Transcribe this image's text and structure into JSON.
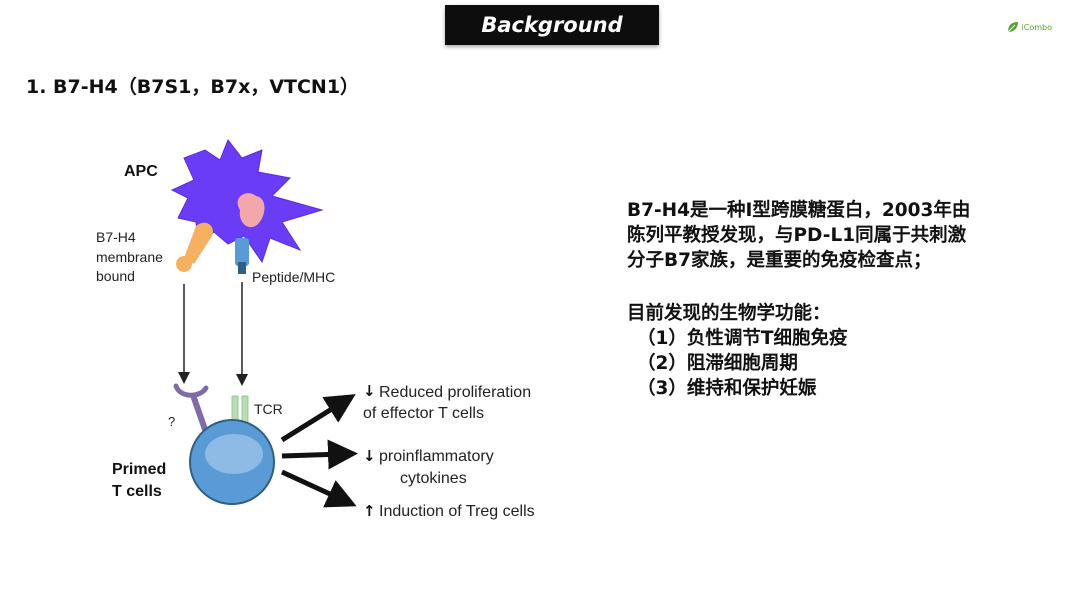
{
  "header": {
    "title": "Background",
    "logo_text": "iCombo",
    "logo_icon": "leaf-icon"
  },
  "section": {
    "heading": "1. B7-H4（B7S1，B7x，VTCN1）"
  },
  "diagram": {
    "apc_label": "APC",
    "b7h4_label": [
      "B7-H4",
      "membrane",
      "bound"
    ],
    "peptide_label": "Peptide/MHC",
    "question_mark": "?",
    "tcr_label": "TCR",
    "primed_label": [
      "Primed",
      "T cells"
    ],
    "outcome1": [
      "Reduced proliferation",
      "of effector T cells"
    ],
    "outcome2": [
      "proinflammatory",
      "cytokines"
    ],
    "outcome3": "Induction of Treg cells",
    "colors": {
      "apc": "#6a3cf5",
      "nucleus": "#f2a7ac",
      "b7h4": "#f5b062",
      "receptor": "#7e6ba8",
      "tcell": "#5b9bd5",
      "tcr": "#b7ddb0"
    }
  },
  "description": {
    "paragraph": [
      "B7-H4是一种I型跨膜糖蛋白，2003年由",
      "陈列平教授发现，与PD-L1同属于共刺激",
      "分子B7家族，是重要的免疫检查点；"
    ],
    "functions_title": "目前发现的生物学功能：",
    "functions": [
      "（1）负性调节T细胞免疫",
      "（2）阻滞细胞周期",
      "（3）维持和保护妊娠"
    ]
  }
}
